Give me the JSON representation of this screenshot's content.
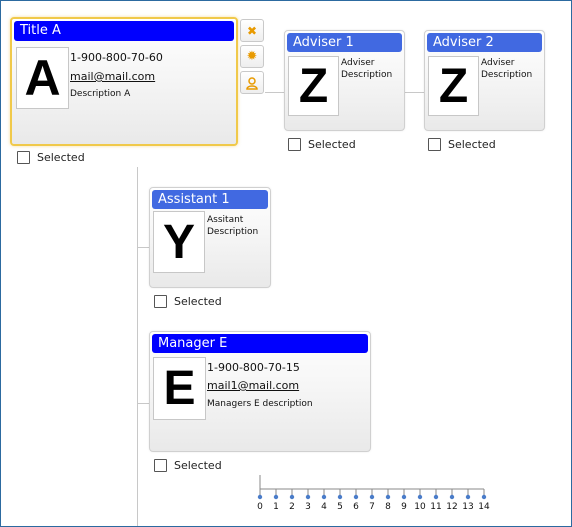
{
  "colors": {
    "frame_border": "#2c6aa0",
    "title_blue": "#0000ff",
    "title_light_blue": "#4169e1",
    "selected_border": "#f0c94a",
    "button_icon_orange": "#e89a00",
    "slider_dot": "#4a7cc9"
  },
  "cards": {
    "a": {
      "title": "Title A",
      "photo_letter": "A",
      "phone": "1-900-800-70-60",
      "email": "mail@mail.com",
      "description": "Description A",
      "selected_label": "Selected",
      "highlighted": true
    },
    "adviser1": {
      "title": "Adviser 1",
      "photo_letter": "Z",
      "description": "Adviser Description",
      "selected_label": "Selected"
    },
    "adviser2": {
      "title": "Adviser 2",
      "photo_letter": "Z",
      "description": "Adviser Description",
      "selected_label": "Selected"
    },
    "assistant1": {
      "title": "Assistant 1",
      "photo_letter": "Y",
      "description": "Assitant Description",
      "selected_label": "Selected"
    },
    "managerE": {
      "title": "Manager E",
      "photo_letter": "E",
      "phone": "1-900-800-70-15",
      "email": "mail1@mail.com",
      "description": "Managers E description",
      "selected_label": "Selected"
    }
  },
  "context_buttons": [
    {
      "name": "close-icon",
      "glyph": "✖"
    },
    {
      "name": "gear-icon",
      "glyph": "✹"
    },
    {
      "name": "user-icon",
      "glyph": "person"
    }
  ],
  "slider": {
    "min": 0,
    "max": 14,
    "ticks": [
      "0",
      "1",
      "2",
      "3",
      "4",
      "5",
      "6",
      "7",
      "8",
      "9",
      "10",
      "11",
      "12",
      "13",
      "14"
    ]
  }
}
